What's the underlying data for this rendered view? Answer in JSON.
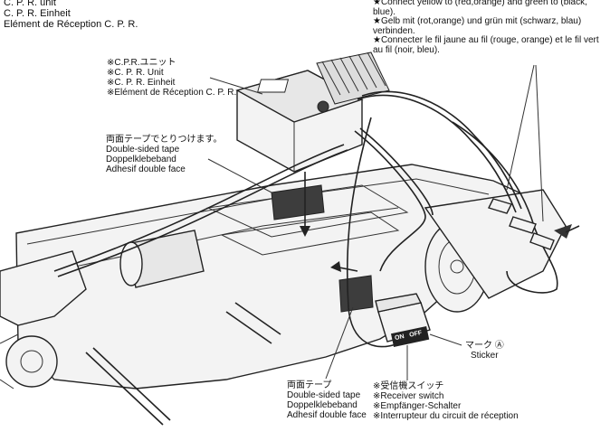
{
  "top_left": {
    "lines": [
      "C. P. R. unit",
      "C. P. R. Einheit",
      "Elément de Réception C. P. R."
    ]
  },
  "top_right": {
    "lines": [
      "★Connect yellow to (red,orange) and green to (black, blue).",
      "★Gelb mit (rot,orange) und grün mit (schwarz, blau) verbinden.",
      "★Connecter le fil jaune au fil (rouge, orange) et le fil vert au fil (noir, bleu)."
    ]
  },
  "cpr_unit_label": {
    "lines": [
      "※C.P.R.ユニット",
      "※C. P. R. Unit",
      "※C. P. R. Einheit",
      "※Elément de Réception C. P. R."
    ]
  },
  "tape_label_top": {
    "lines": [
      "両面テープでとりつけます。",
      "Double-sided tape",
      "Doppelklebeband",
      "Adhesif double face"
    ]
  },
  "tape_label_bottom": {
    "lines": [
      "両面テープ",
      "Double-sided tape",
      "Doppelklebeband",
      "Adhesif double face"
    ]
  },
  "switch_label": {
    "lines": [
      "※受信機スイッチ",
      "※Receiver switch",
      "※Empfänger-Schalter",
      "※Interrupteur du circuit de réception"
    ]
  },
  "sticker_label": {
    "lines": [
      "マーク Ⓐ",
      "Sticker"
    ]
  },
  "switch_face": {
    "on": "ON",
    "off": "OFF"
  }
}
